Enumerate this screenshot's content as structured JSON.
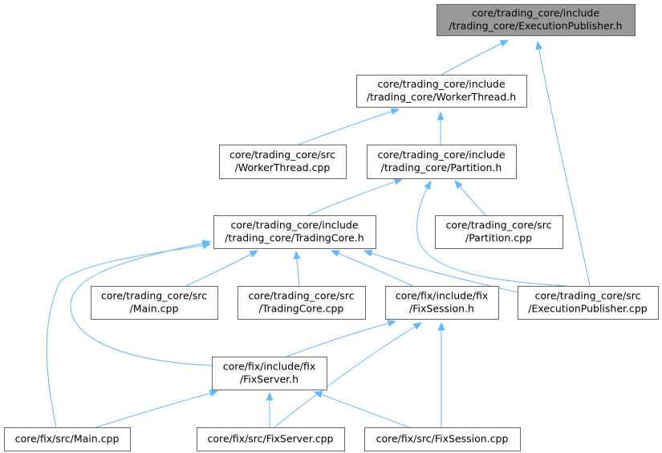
{
  "graph": {
    "nodes": [
      {
        "id": "n_exec_pub_h",
        "root": true,
        "lines": [
          "core/trading_core/include",
          "/trading_core/ExecutionPublisher.h"
        ]
      },
      {
        "id": "n_worker_h",
        "lines": [
          "core/trading_core/include",
          "/trading_core/WorkerThread.h"
        ]
      },
      {
        "id": "n_worker_cpp",
        "lines": [
          "core/trading_core/src",
          "/WorkerThread.cpp"
        ]
      },
      {
        "id": "n_partition_h",
        "lines": [
          "core/trading_core/include",
          "/trading_core/Partition.h"
        ]
      },
      {
        "id": "n_tradingcore_h",
        "lines": [
          "core/trading_core/include",
          "/trading_core/TradingCore.h"
        ]
      },
      {
        "id": "n_partition_cpp",
        "lines": [
          "core/trading_core/src",
          "/Partition.cpp"
        ]
      },
      {
        "id": "n_main_cpp",
        "lines": [
          "core/trading_core/src",
          "/Main.cpp"
        ]
      },
      {
        "id": "n_tradingcore_cpp",
        "lines": [
          "core/trading_core/src",
          "/TradingCore.cpp"
        ]
      },
      {
        "id": "n_fixsession_h",
        "lines": [
          "core/fix/include/fix",
          "/FixSession.h"
        ]
      },
      {
        "id": "n_exec_pub_cpp",
        "lines": [
          "core/trading_core/src",
          "/ExecutionPublisher.cpp"
        ]
      },
      {
        "id": "n_fixserver_h",
        "lines": [
          "core/fix/include/fix",
          "/FixServer.h"
        ]
      },
      {
        "id": "n_fix_main_cpp",
        "lines": [
          "core/fix/src/Main.cpp"
        ]
      },
      {
        "id": "n_fixserver_cpp",
        "lines": [
          "core/fix/src/FixServer.cpp"
        ]
      },
      {
        "id": "n_fixsession_cpp",
        "lines": [
          "core/fix/src/FixSession.cpp"
        ]
      }
    ],
    "edges": [
      {
        "from": "n_worker_h",
        "to": "n_exec_pub_h"
      },
      {
        "from": "n_exec_pub_cpp",
        "to": "n_exec_pub_h"
      },
      {
        "from": "n_worker_cpp",
        "to": "n_worker_h"
      },
      {
        "from": "n_partition_h",
        "to": "n_worker_h"
      },
      {
        "from": "n_tradingcore_h",
        "to": "n_partition_h"
      },
      {
        "from": "n_partition_cpp",
        "to": "n_partition_h"
      },
      {
        "from": "n_exec_pub_cpp",
        "to": "n_partition_h"
      },
      {
        "from": "n_main_cpp",
        "to": "n_tradingcore_h"
      },
      {
        "from": "n_tradingcore_cpp",
        "to": "n_tradingcore_h"
      },
      {
        "from": "n_fixsession_h",
        "to": "n_tradingcore_h"
      },
      {
        "from": "n_exec_pub_cpp",
        "to": "n_tradingcore_h"
      },
      {
        "from": "n_fixserver_h",
        "to": "n_tradingcore_h"
      },
      {
        "from": "n_fix_main_cpp",
        "to": "n_tradingcore_h"
      },
      {
        "from": "n_fixserver_h",
        "to": "n_fixsession_h"
      },
      {
        "from": "n_fixserver_cpp",
        "to": "n_fixsession_h"
      },
      {
        "from": "n_fixsession_cpp",
        "to": "n_fixsession_h"
      },
      {
        "from": "n_fix_main_cpp",
        "to": "n_fixserver_h"
      },
      {
        "from": "n_fixserver_cpp",
        "to": "n_fixserver_h"
      },
      {
        "from": "n_fixsession_cpp",
        "to": "n_fixserver_h"
      }
    ],
    "colors": {
      "root_fill": "#999999",
      "node_fill": "#ffffff",
      "node_border": "#666666",
      "edge": "#63b8ff",
      "text": "#000000"
    }
  }
}
